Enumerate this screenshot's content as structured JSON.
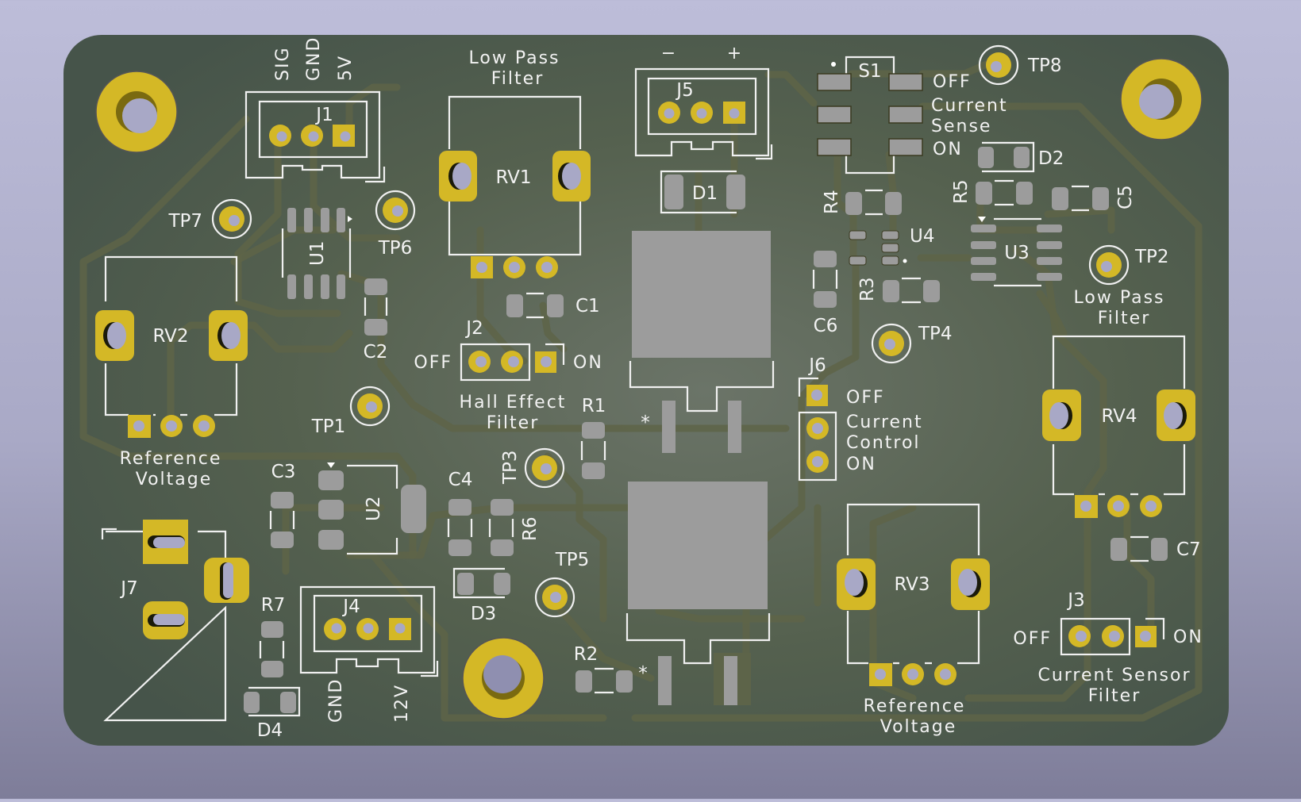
{
  "view": {
    "title": "PCB 3D render - top view",
    "colors": {
      "background_top": "#bdbdd9",
      "background_bottom": "#7e7d99",
      "solder_mask": "#485648",
      "copper_gold": "#d4b826",
      "smd_pad": "#9c9c9c",
      "silkscreen": "#f0f0f0",
      "trace": "#5e6448",
      "drill": "#a8a8c6"
    }
  },
  "designators": {
    "J1": "J1",
    "J2": "J2",
    "J3": "J3",
    "J4": "J4",
    "J5": "J5",
    "J6": "J6",
    "J7": "J7",
    "RV1": "RV1",
    "RV2": "RV2",
    "RV3": "RV3",
    "RV4": "RV4",
    "U1": "U1",
    "U2": "U2",
    "U3": "U3",
    "U4": "U4",
    "S1": "S1",
    "D1": "D1",
    "D2": "D2",
    "D3": "D3",
    "D4": "D4",
    "R1": "R1",
    "R2": "R2",
    "R3": "R3",
    "R4": "R4",
    "R5": "R5",
    "R6": "R6",
    "R7": "R7",
    "C1": "C1",
    "C2": "C2",
    "C3": "C3",
    "C4": "C4",
    "C5": "C5",
    "C6": "C6",
    "C7": "C7",
    "TP1": "TP1",
    "TP2": "TP2",
    "TP3": "TP3",
    "TP4": "TP4",
    "TP5": "TP5",
    "TP6": "TP6",
    "TP7": "TP7",
    "TP8": "TP8"
  },
  "labels": {
    "j1_pins": [
      "SIG",
      "GND",
      "5V"
    ],
    "j5_pins": [
      "−",
      "+"
    ],
    "j4_pins": [
      "GND",
      "12V"
    ],
    "lpf_top": [
      "Low Pass",
      "Filter"
    ],
    "lpf_right": [
      "Low Pass",
      "Filter"
    ],
    "ref_left": [
      "Reference",
      "Voltage"
    ],
    "ref_right": [
      "Reference",
      "Voltage"
    ],
    "hall": [
      "Hall Effect",
      "Filter"
    ],
    "current_sensor": [
      "Current Sensor",
      "Filter"
    ],
    "s1": {
      "off": "OFF",
      "mid": [
        "Current",
        "Sense"
      ],
      "on": "ON"
    },
    "j6": {
      "off": "OFF",
      "mid": [
        "Current",
        "Control"
      ],
      "on": "ON"
    },
    "j2": {
      "off": "OFF",
      "on": "ON"
    },
    "j3": {
      "off": "OFF",
      "on": "ON"
    },
    "star": "*"
  }
}
